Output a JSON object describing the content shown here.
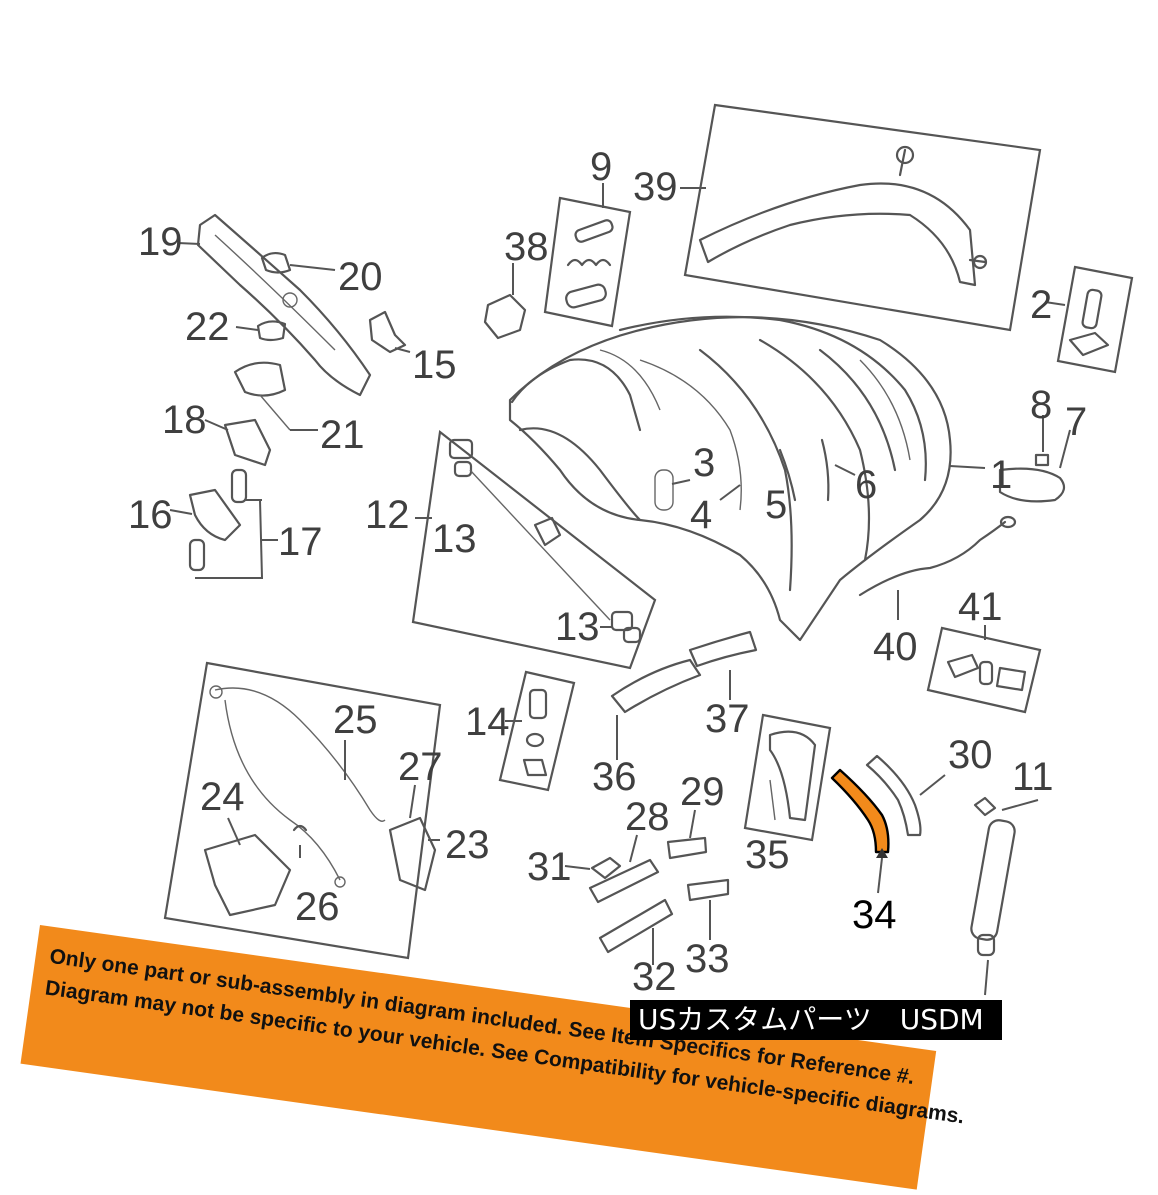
{
  "labels": {
    "p1": "1",
    "p2": "2",
    "p3": "3",
    "p4": "4",
    "p5": "5",
    "p6": "6",
    "p7": "7",
    "p8": "8",
    "p9": "9",
    "p11": "11",
    "p12": "12",
    "p13a": "13",
    "p13b": "13",
    "p14": "14",
    "p15": "15",
    "p16": "16",
    "p17": "17",
    "p18": "18",
    "p19": "19",
    "p20": "20",
    "p21": "21",
    "p22": "22",
    "p23": "23",
    "p24": "24",
    "p25": "25",
    "p26": "26",
    "p27": "27",
    "p28": "28",
    "p29": "29",
    "p30": "30",
    "p31": "31",
    "p32": "32",
    "p33": "33",
    "p34": "34",
    "p35": "35",
    "p36": "36",
    "p37": "37",
    "p38": "38",
    "p39": "39",
    "p40": "40",
    "p41": "41"
  },
  "highlight_part": "34",
  "colors": {
    "highlight": "#f28a1b",
    "banner": "#f28a1b",
    "line": "#555555"
  },
  "disclaimer": {
    "line1": "Only one part or sub-assembly in diagram included. See Item Specifics for Reference #.",
    "line2": "Diagram may not be specific to your vehicle. See Compatibility for vehicle-specific diagrams."
  },
  "watermark": "USカスタムパーツ　USDM"
}
